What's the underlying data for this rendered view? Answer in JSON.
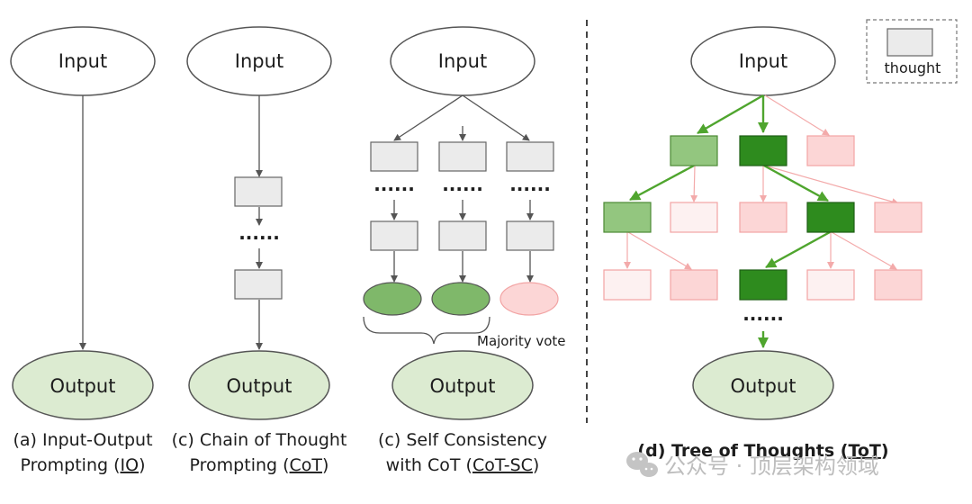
{
  "nodes": {
    "input": "Input",
    "output": "Output"
  },
  "captions": {
    "io": {
      "line1": "(a) Input-Output",
      "line2_pre": "Prompting (",
      "line2_link": "IO",
      "line2_post": ")"
    },
    "cot": {
      "line1": "(c) Chain of Thought",
      "line2_pre": "Prompting (",
      "line2_link": "CoT",
      "line2_post": ")"
    },
    "cotsc": {
      "line1": "(c) Self Consistency",
      "line2_pre": "with CoT (",
      "line2_link": "CoT-SC",
      "line2_post": ")"
    },
    "tot": {
      "pre": "(d) Tree of Thoughts (",
      "link": "ToT",
      "post": ")"
    }
  },
  "majority_vote": "Majority vote",
  "ellipsis": "......",
  "legend": {
    "label": "thought"
  },
  "watermark": "公众号 · 顶层架构领域",
  "colors": {
    "green_dark": "#2e8b1e",
    "green_light": "#93c67f",
    "green_arrow": "#4fa52e",
    "output_fill": "#dcebd1",
    "thought_gray": "#ebebeb",
    "pink_fill": "#fcd6d6",
    "pink_light": "#fdf1f1",
    "pink_stroke": "#f2a3a3",
    "pink_arrow": "#f3aaaa"
  }
}
